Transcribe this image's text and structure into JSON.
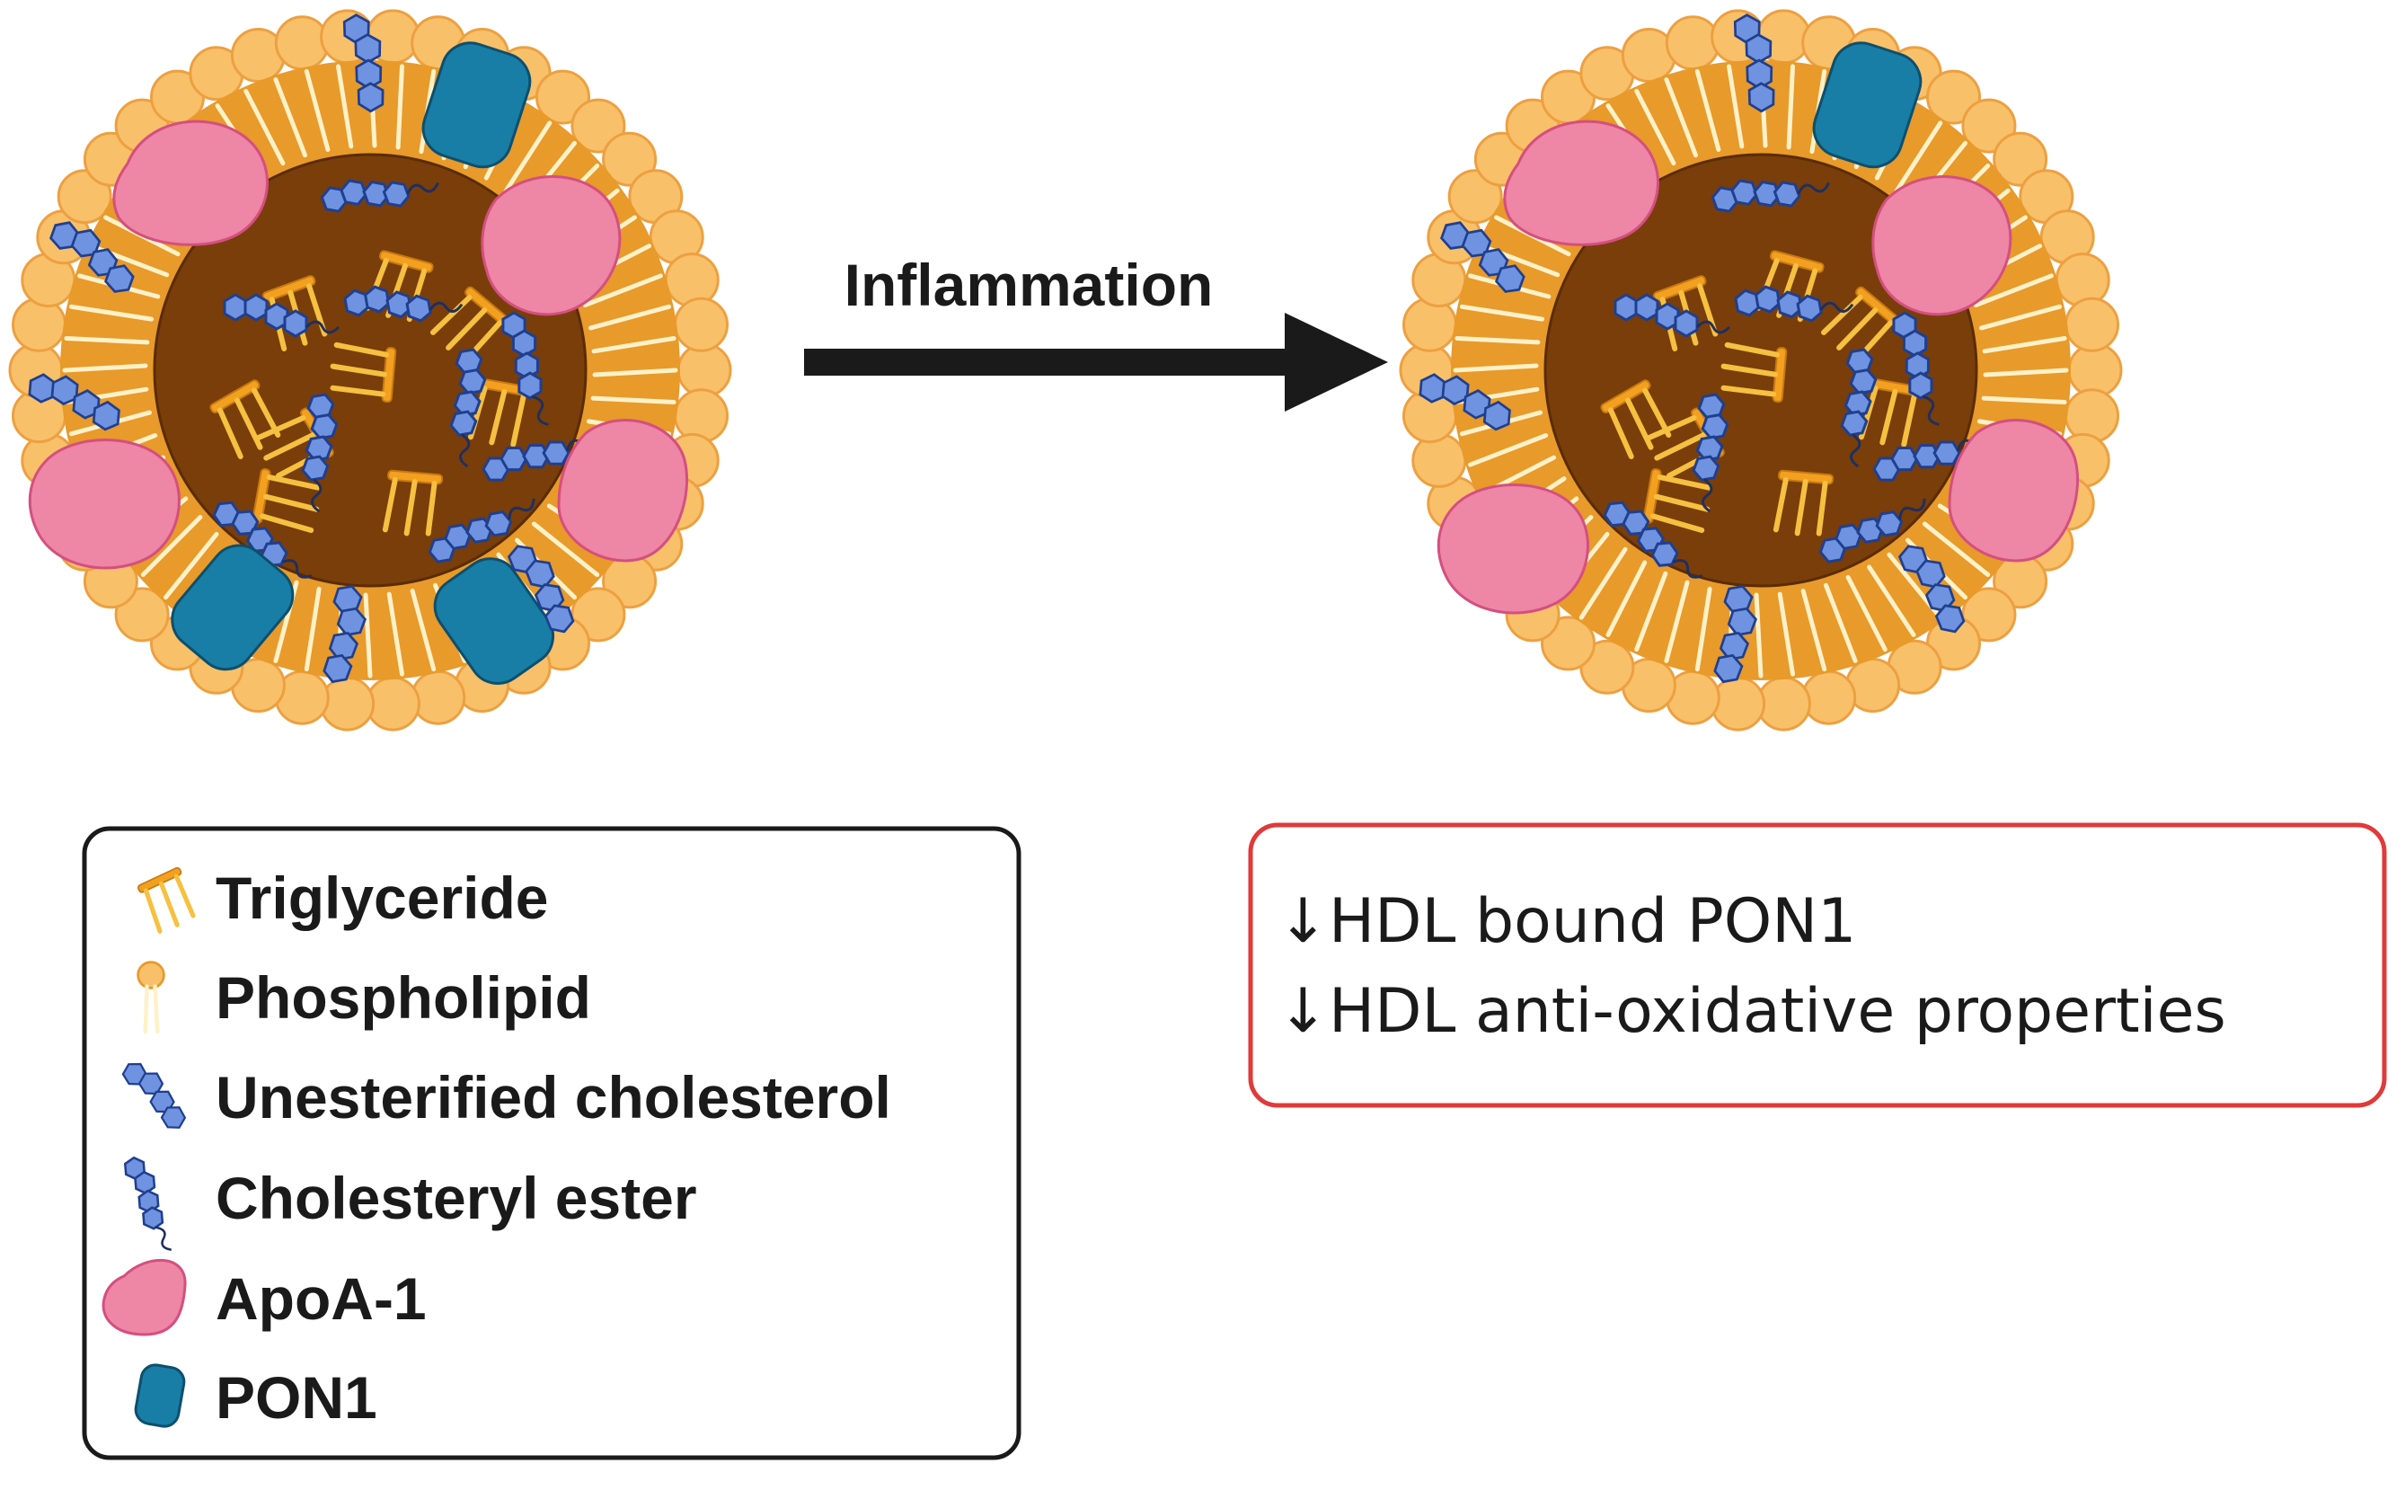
{
  "arrow": {
    "label": "Inflammation"
  },
  "legend": {
    "items": [
      {
        "key": "triglyceride",
        "label": "Triglyceride"
      },
      {
        "key": "phospholipid",
        "label": "Phospholipid"
      },
      {
        "key": "unesterified",
        "label": "Unesterified cholesterol"
      },
      {
        "key": "ester",
        "label": "Cholesteryl ester"
      },
      {
        "key": "apoa1",
        "label": "ApoA-1"
      },
      {
        "key": "pon1",
        "label": "PON1"
      }
    ]
  },
  "effects": {
    "lines": [
      "↓HDL bound PON1",
      "↓HDL anti-oxidative properties"
    ]
  },
  "colors": {
    "core": "#7a3e0a",
    "shell": "#e89a2a",
    "head": "#f9c06a",
    "apoa1": "#ee86a6",
    "pon1": "#187ea6",
    "cholesterol": "#6f93e0",
    "effect_border": "#e03a3a"
  }
}
